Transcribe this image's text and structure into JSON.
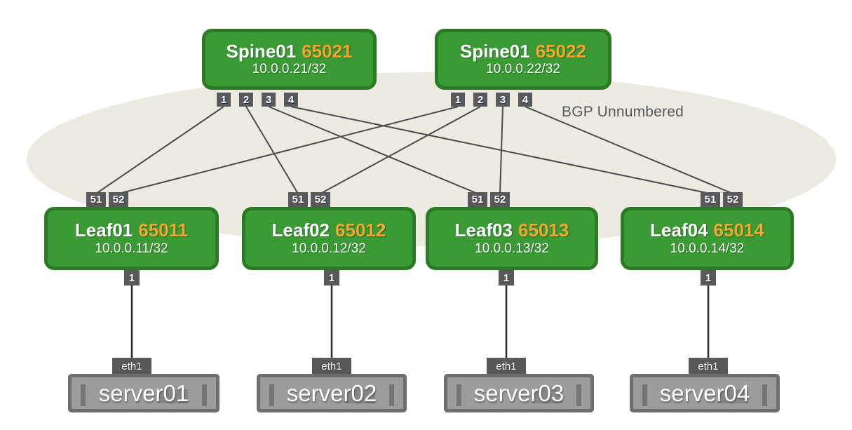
{
  "diagram": {
    "annotation": "BGP Unnumbered",
    "colors": {
      "node_fill_green": "#3a9b35",
      "node_border_green": "#2b7b24",
      "asn_orange": "#f2a72e",
      "port_gray": "#58595b",
      "server_fill": "#9c9c9c",
      "server_frame": "#6e6e6e",
      "fabric_ellipse": "#edeae2",
      "link_line": "#4a4a4b"
    },
    "spines": [
      {
        "name": "Spine01",
        "asn": "65021",
        "ip": "10.0.0.21/32",
        "ports": [
          "1",
          "2",
          "3",
          "4"
        ]
      },
      {
        "name": "Spine01",
        "asn": "65022",
        "ip": "10.0.0.22/32",
        "ports": [
          "1",
          "2",
          "3",
          "4"
        ]
      }
    ],
    "leaves": [
      {
        "name": "Leaf01",
        "asn": "65011",
        "ip": "10.0.0.11/32",
        "uplink_ports": [
          "51",
          "52"
        ],
        "downlink_port": "1"
      },
      {
        "name": "Leaf02",
        "asn": "65012",
        "ip": "10.0.0.12/32",
        "uplink_ports": [
          "51",
          "52"
        ],
        "downlink_port": "1"
      },
      {
        "name": "Leaf03",
        "asn": "65013",
        "ip": "10.0.0.13/32",
        "uplink_ports": [
          "51",
          "52"
        ],
        "downlink_port": "1"
      },
      {
        "name": "Leaf04",
        "asn": "65014",
        "ip": "10.0.0.14/32",
        "uplink_ports": [
          "51",
          "52"
        ],
        "downlink_port": "1"
      }
    ],
    "servers": [
      {
        "name": "server01",
        "port": "eth1"
      },
      {
        "name": "server02",
        "port": "eth1"
      },
      {
        "name": "server03",
        "port": "eth1"
      },
      {
        "name": "server04",
        "port": "eth1"
      }
    ],
    "links": [
      {
        "from": "Spine01(65021)",
        "from_port": "1",
        "to": "Leaf01",
        "to_port": "51"
      },
      {
        "from": "Spine01(65021)",
        "from_port": "2",
        "to": "Leaf02",
        "to_port": "51"
      },
      {
        "from": "Spine01(65021)",
        "from_port": "3",
        "to": "Leaf03",
        "to_port": "51"
      },
      {
        "from": "Spine01(65021)",
        "from_port": "4",
        "to": "Leaf04",
        "to_port": "51"
      },
      {
        "from": "Spine01(65022)",
        "from_port": "1",
        "to": "Leaf01",
        "to_port": "52"
      },
      {
        "from": "Spine01(65022)",
        "from_port": "2",
        "to": "Leaf02",
        "to_port": "52"
      },
      {
        "from": "Spine01(65022)",
        "from_port": "3",
        "to": "Leaf03",
        "to_port": "52"
      },
      {
        "from": "Spine01(65022)",
        "from_port": "4",
        "to": "Leaf04",
        "to_port": "52"
      },
      {
        "from": "Leaf01",
        "from_port": "1",
        "to": "server01",
        "to_port": "eth1"
      },
      {
        "from": "Leaf02",
        "from_port": "1",
        "to": "server02",
        "to_port": "eth1"
      },
      {
        "from": "Leaf03",
        "from_port": "1",
        "to": "server03",
        "to_port": "eth1"
      },
      {
        "from": "Leaf04",
        "from_port": "1",
        "to": "server04",
        "to_port": "eth1"
      }
    ]
  }
}
